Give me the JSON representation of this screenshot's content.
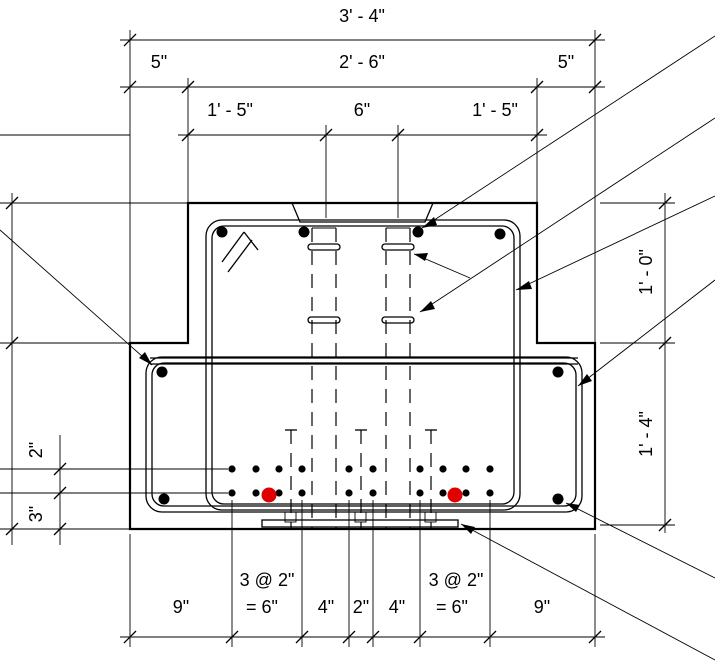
{
  "dimensions": {
    "overall_width": "3' - 4\"",
    "left_ledge": "5\"",
    "stem_width": "2' - 6\"",
    "right_ledge": "5\"",
    "stem_left": "1' - 5\"",
    "stem_center": "6\"",
    "stem_right": "1' - 5\"",
    "height_upper": "1' - 0\"",
    "height_lower": "1' - 4\"",
    "layer_spacing": "2\"",
    "bottom_cover": "3\"",
    "bottom_left_edge": "9\"",
    "bottom_left_group": "3 @ 2\"",
    "bottom_left_group_total": "= 6\"",
    "bottom_mid_left": "4\"",
    "bottom_mid_center": "2\"",
    "bottom_mid_right": "4\"",
    "bottom_right_group": "3 @ 2\"",
    "bottom_right_group_total": "= 6\"",
    "bottom_right_edge": "9\""
  },
  "colors": {
    "line": "#000000",
    "highlight_bar": "#e00000"
  }
}
